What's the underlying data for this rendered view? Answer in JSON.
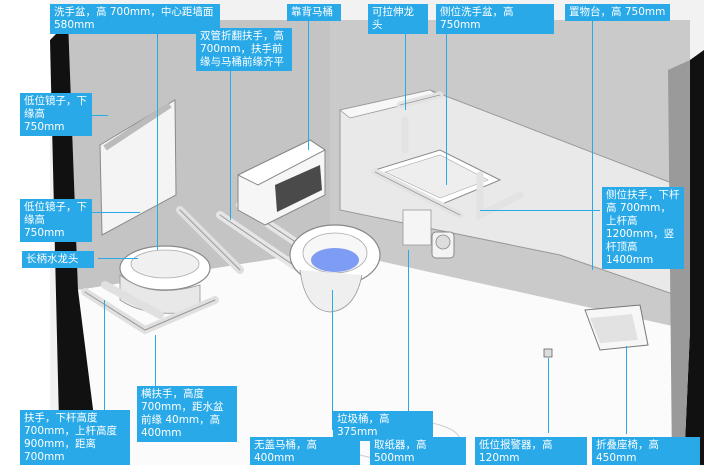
{
  "labels": {
    "basin_main": "洗手盆，高 700mm，中心距墙面 580mm",
    "backrest_toilet": "靠背马桶",
    "pullout_faucet": "可拉伸龙头",
    "side_basin": "侧位洗手盆，高 750mm",
    "shelf": "置物台，高 750mm",
    "fold_bar": "双管折翻扶手，高 700mm，扶手前缘与马桶前缘齐平",
    "mirror_1": "低位镜子，下缘高 750mm",
    "mirror_2": "低位镜子，下缘高 750mm",
    "long_faucet": "长柄水龙头",
    "side_bar": "侧位扶手，下杆高 700mm，上杆高 1200mm，竖杆顶高 1400mm",
    "handrail_heights": "扶手，下杆高度 700mm，上杆高度 900mm，距离 700mm",
    "cross_bar": "横扶手，高度 700mm，距水盆前缘 40mm，高 400mm",
    "trash_bin": "垃圾桶，高 375mm",
    "lidless_toilet": "无盖马桶，高 400mm",
    "paper_holder": "取纸器，高 500mm",
    "alarm": "低位报警器，高 120mm",
    "folding_seat": "折叠座椅，高 450mm"
  },
  "colors": {
    "callout": "#29a9e8",
    "wall": "#bfbfbf",
    "floor": "#fafafa",
    "dark_edge": "#111111",
    "water": "#7f9cf5"
  }
}
